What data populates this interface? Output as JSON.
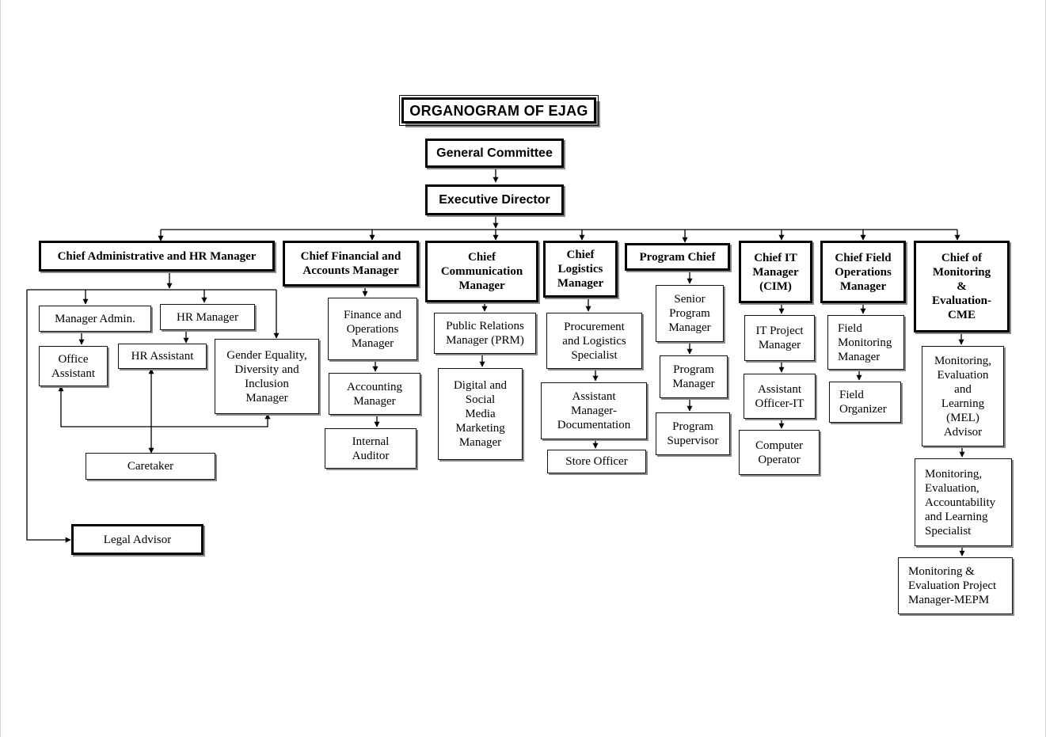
{
  "title": "ORGANOGRAM OF EJAG",
  "nodes": {
    "general_committee": "General Committee",
    "executive_director": "Executive Director",
    "chief_admin_hr": "Chief Administrative and HR Manager",
    "chief_financial": "Chief Financial and\nAccounts Manager",
    "chief_communication": "Chief\nCommunication\nManager",
    "chief_logistics": "Chief\nLogistics\nManager",
    "program_chief": "Program Chief",
    "chief_it": "Chief IT\nManager\n(CIM)",
    "chief_field_ops": "Chief Field\nOperations\nManager",
    "chief_monitoring": "Chief of\nMonitoring\n&\nEvaluation-\nCME",
    "manager_admin": "Manager Admin.",
    "hr_manager": "HR Manager",
    "office_assistant": "Office\nAssistant",
    "hr_assistant": "HR Assistant",
    "gender_equality": "Gender Equality,\nDiversity and\nInclusion\nManager",
    "caretaker": "Caretaker",
    "legal_advisor": "Legal Advisor",
    "finance_operations": "Finance and\nOperations\nManager",
    "accounting_manager": "Accounting\nManager",
    "internal_auditor": "Internal\nAuditor",
    "public_relations": "Public Relations\nManager (PRM)",
    "digital_social_media": "Digital and\nSocial\nMedia\nMarketing\nManager",
    "procurement_specialist": "Procurement\nand  Logistics\nSpecialist",
    "assistant_manager_doc": "Assistant\nManager-\nDocumentation",
    "store_officer": "Store Officer",
    "senior_program_manager": "Senior\nProgram\nManager",
    "program_manager": "Program\nManager",
    "program_supervisor": "Program\nSupervisor",
    "it_project_manager": "IT Project\nManager",
    "assistant_officer_it": "Assistant\nOfficer-IT",
    "computer_operator": "Computer\nOperator",
    "field_monitoring_manager": "Field\nMonitoring\nManager",
    "field_organizer": "Field\nOrganizer",
    "mel_advisor": "Monitoring,\nEvaluation\nand\nLearning\n(MEL)\nAdvisor",
    "meal_specialist": "Monitoring,\nEvaluation,\nAccountability\nand Learning\nSpecialist",
    "mepm": "Monitoring &\nEvaluation Project\nManager-MEPM"
  }
}
